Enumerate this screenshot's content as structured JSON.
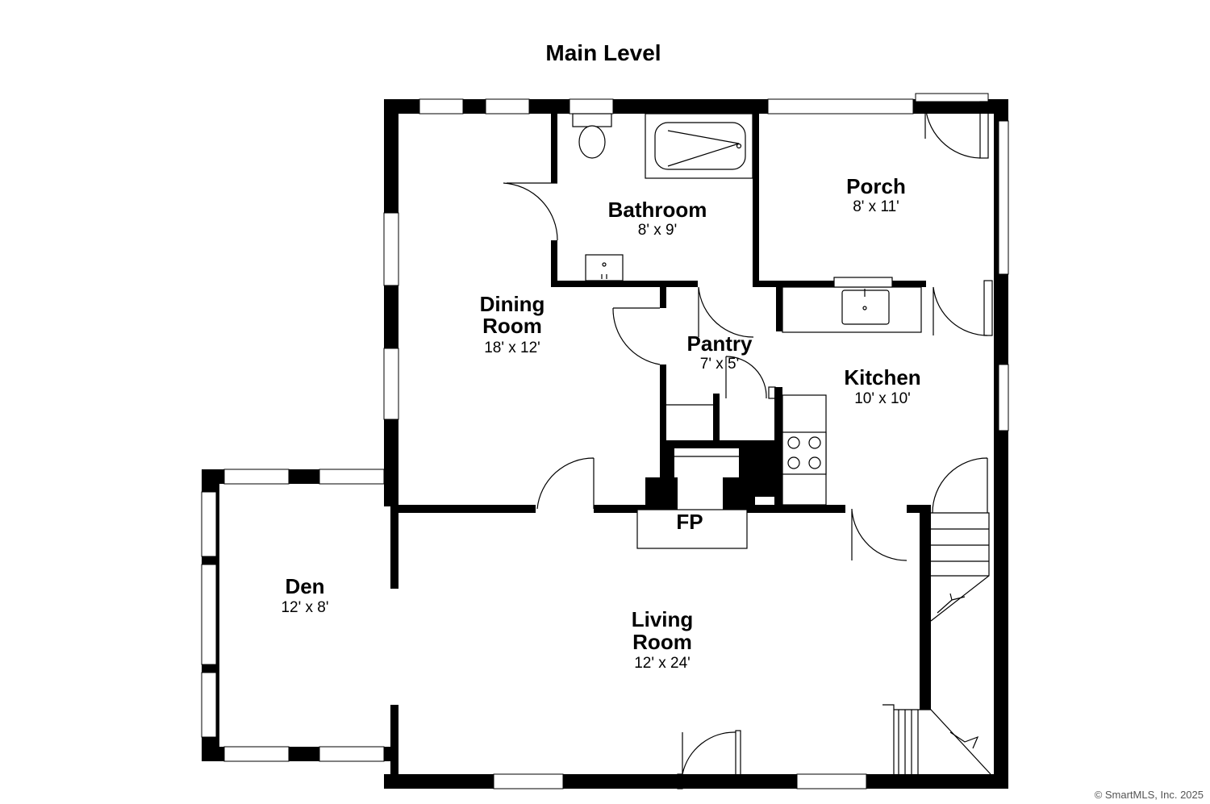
{
  "title": "Main Level",
  "rooms": {
    "bathroom": {
      "name": "Bathroom",
      "dim": "8' x 9'"
    },
    "porch": {
      "name": "Porch",
      "dim": "8' x 11'"
    },
    "dining": {
      "name1": "Dining",
      "name2": "Room",
      "dim": "18' x 12'"
    },
    "pantry": {
      "name": "Pantry",
      "dim": "7' x 5'"
    },
    "kitchen": {
      "name": "Kitchen",
      "dim": "10' x 10'"
    },
    "den": {
      "name": "Den",
      "dim": "12' x 8'"
    },
    "living": {
      "name1": "Living",
      "name2": "Room",
      "dim": "12' x 24'"
    },
    "fireplace": {
      "name": "FP"
    }
  },
  "copyright": "© SmartMLS, Inc. 2025"
}
